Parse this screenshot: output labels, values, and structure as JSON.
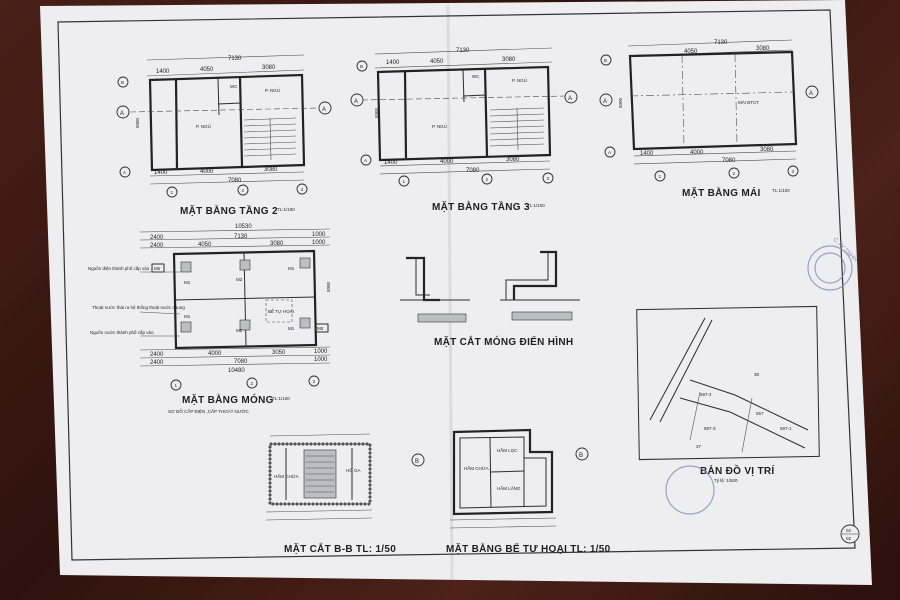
{
  "drawings": {
    "floor2": {
      "title": "MẶT BẰNG TẦNG 2",
      "scale": "TL:1/100",
      "dims_top": [
        "1400",
        "4050",
        "3080"
      ],
      "dims_total": "7130",
      "dims_bottom": [
        "1400",
        "4000",
        "3080"
      ],
      "dims_bottom_total": "7080",
      "side_dim": "5000",
      "rooms": [
        "WC",
        "P. NGỦ",
        "P. NGỦ"
      ],
      "axes": [
        "1",
        "2",
        "3"
      ],
      "rows": [
        "A",
        "B"
      ]
    },
    "floor3": {
      "title": "MẶT BẰNG TẦNG 3",
      "scale": "TL:1/100",
      "dims_top": [
        "1400",
        "4050",
        "3080"
      ],
      "dims_total": "7130",
      "dims_bottom": [
        "1400",
        "4000",
        "3080"
      ],
      "dims_bottom_total": "7080",
      "side_dim": "5000",
      "rooms": [
        "WC",
        "P. NGỦ",
        "P. NGỦ"
      ],
      "axes": [
        "1",
        "2",
        "3"
      ],
      "rows": [
        "A",
        "B"
      ]
    },
    "roof": {
      "title": "MẶT BẰNG   MÁI",
      "scale": "TL:1/100",
      "dims_top": [
        "4050",
        "3080"
      ],
      "dims_total": "7130",
      "dims_bottom": [
        "1400",
        "4000",
        "3080"
      ],
      "dims_bottom_total": "7080",
      "side_dim": "5000",
      "label": "MÁI BTCT",
      "axes": [
        "1",
        "2",
        "3"
      ],
      "rows": [
        "A",
        "B"
      ]
    },
    "foundation": {
      "title": "MẶT BẰNG  MÓNG",
      "scale": "TL:1/100",
      "subtitle": "SƠ ĐỒ CẤP ĐIỆN ,CẤP THOÁT NƯỚC",
      "dims_top_total": "10530",
      "dims_top": [
        "2400",
        "4050",
        "3080",
        "1000"
      ],
      "dims_top2": [
        "2400",
        "7130",
        "1000"
      ],
      "dims_bottom": [
        "2400",
        "4000",
        "3050",
        "1000"
      ],
      "dims_bottom2": [
        "2400",
        "7080",
        "1000"
      ],
      "dims_bottom_total": "10480",
      "side_dim": "5000",
      "footings": [
        "M1",
        "M2",
        "M1",
        "M1",
        "M2",
        "M1"
      ],
      "meter": "Mtr",
      "tank": "BỂ TỰ HOẠI",
      "notes": [
        "Nguồn điện thành phố cấp vào",
        "Thoát nước thải ra hệ thống thoát nước chung",
        "Nguồn nước thành phố cấp vào"
      ],
      "axes": [
        "1",
        "2",
        "3"
      ]
    },
    "footing": {
      "title": "MẶT CẮT MÓNG ĐIỂN  HÌNH"
    },
    "location": {
      "title": "BẢN ĐỒ VỊ TRÍ",
      "scale": "Tỷ lệ: 1/500",
      "lots": [
        "38",
        "597-2",
        "557",
        "597-1",
        "597-3",
        "37"
      ]
    },
    "section_bb": {
      "title": "MẶT CẮT B-B TL: 1/50",
      "labels": [
        "HẦM CHỨA",
        "HỐ GA"
      ]
    },
    "septic": {
      "title": "MẶT BẰNG BỂ TỰ HOẠI  TL: 1/50",
      "labels": [
        "HẦM LỌC",
        "HẦM CHỨA",
        "HẦM LẮNG"
      ],
      "marks": [
        "B",
        "B"
      ]
    }
  },
  "sheet_number": [
    "02",
    "02"
  ],
  "stamp_text": "C.TY TNHH"
}
